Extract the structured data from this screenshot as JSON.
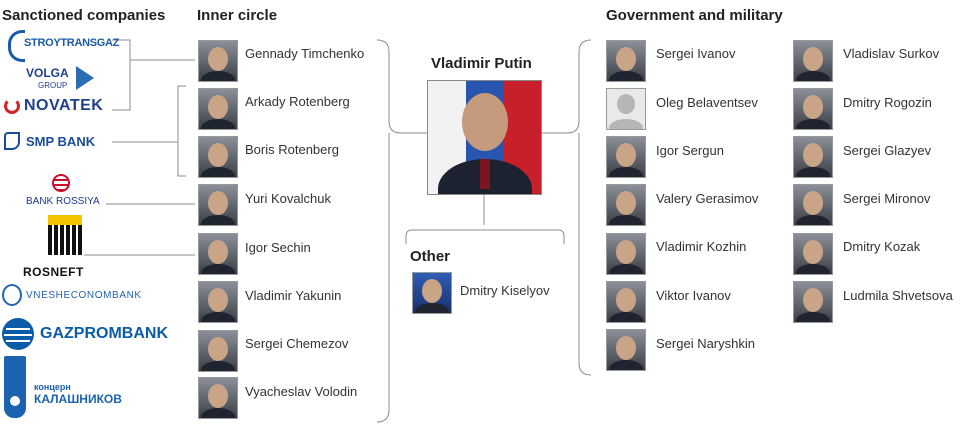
{
  "headers": {
    "sanctioned_companies": "Sanctioned companies",
    "inner_circle": "Inner circle",
    "government_military": "Government and military",
    "other": "Other"
  },
  "center": {
    "name": "Vladimir Putin"
  },
  "companies": {
    "stroytransgaz": "STROYTRANSGAZ",
    "volga_group": "VOLGA",
    "volga_group_sub": "GROUP",
    "novatek": "NOVATEK",
    "smp_bank": "SMP BANK",
    "bank_rossiya": "BANK ROSSIYA",
    "rosneft": "ROSNEFT",
    "vnesheconombank": "VNESHECONOMBANK",
    "gazprombank": "GAZPROMBANK",
    "kalashnikov_top": "концерн",
    "kalashnikov": "КАЛАШНИКОВ"
  },
  "inner_circle": [
    "Gennady Timchenko",
    "Arkady Rotenberg",
    "Boris Rotenberg",
    "Yuri Kovalchuk",
    "Igor Sechin",
    "Vladimir Yakunin",
    "Sergei Chemezov",
    "Vyacheslav Volodin"
  ],
  "other": [
    "Dmitry Kiselyov"
  ],
  "government_col1": [
    "Sergei Ivanov",
    "Oleg Belaventsev",
    "Igor Sergun",
    "Valery Gerasimov",
    "Vladimir Kozhin",
    "Viktor Ivanov",
    "Sergei Naryshkin"
  ],
  "government_col2": [
    "Vladislav Surkov",
    "Dmitry Rogozin",
    "Sergei Glazyev",
    "Sergei Mironov",
    "Dmitry Kozak",
    "Ludmila Shvetsova"
  ],
  "colors": {
    "stroytransgaz_blue": "#1a5aa8",
    "novatek_blue": "#1f3f8f",
    "novatek_red": "#d2232a",
    "bank_rossiya_red": "#c8102e",
    "gazprom_blue": "#0a5ca8",
    "kalashnikov_blue": "#1b63b0",
    "line_gray": "#888888"
  }
}
